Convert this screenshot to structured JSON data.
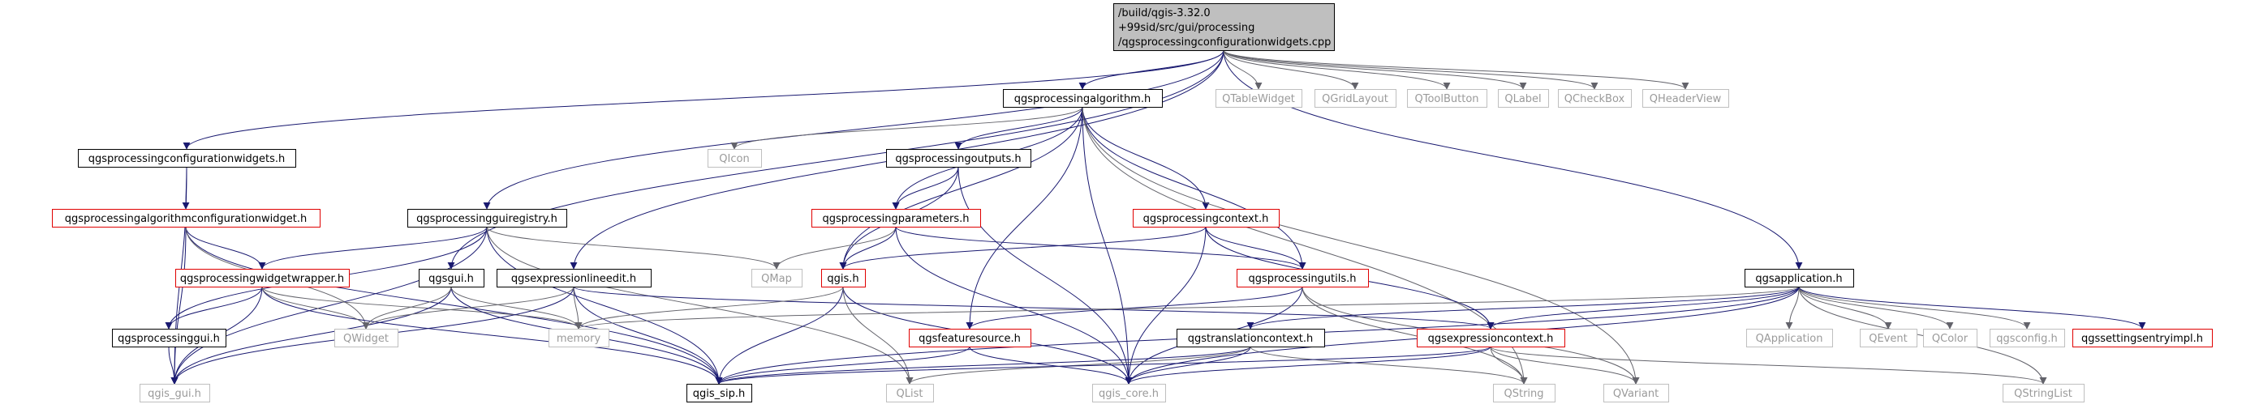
{
  "colors": {
    "edge": "#191970",
    "edge_light": "#63636b",
    "black_border": "#000000",
    "red_border": "#e00000",
    "grey_border": "#bfbfbf",
    "root_fill": "#bfbfbf",
    "grey_text": "#9a9a9a",
    "text": "#000000"
  },
  "nodes": {
    "root": [
      "/build/qgis-3.32.0",
      "+99sid/src/gui/processing",
      "/qgsprocessingconfigurationwidgets.cpp"
    ],
    "qgsprocessingconfigurationwidgets_h": "qgsprocessingconfigurationwidgets.h",
    "qgsprocessingalgorithmconfigurationwidget_h": "qgsprocessingalgorithmconfigurationwidget.h",
    "qgsprocessingguiregistry_h": "qgsprocessingguiregistry.h",
    "qgsprocessingwidgetwrapper_h": "qgsprocessingwidgetwrapper.h",
    "qgsprocessinggui_h": "qgsprocessinggui.h",
    "qgsgui_h": "qgsgui.h",
    "qgsexpressionlineedit_h": "qgsexpressionlineedit.h",
    "qgsprocessingalgorithm_h": "qgsprocessingalgorithm.h",
    "qgsprocessingoutputs_h": "qgsprocessingoutputs.h",
    "qgsprocessingparameters_h": "qgsprocessingparameters.h",
    "qgsprocessingcontext_h": "qgsprocessingcontext.h",
    "qgsprocessingutils_h": "qgsprocessingutils.h",
    "qgis_h": "qgis.h",
    "qgsfeaturesource_h": "qgsfeaturesource.h",
    "qgstranslationcontext_h": "qgstranslationcontext.h",
    "qgsexpressioncontext_h": "qgsexpressioncontext.h",
    "qgsapplication_h": "qgsapplication.h",
    "qgssettingsentryimpl_h": "qgssettingsentryimpl.h",
    "qgis_gui_h": "qgis_gui.h",
    "qgis_sip_h": "qgis_sip.h",
    "qgis_core_h": "qgis_core.h",
    "QIcon": "QIcon",
    "QMap": "QMap",
    "QWidget": "QWidget",
    "memory": "memory",
    "QList": "QList",
    "QString": "QString",
    "QVariant": "QVariant",
    "QStringList": "QStringList",
    "QApplication": "QApplication",
    "QEvent": "QEvent",
    "QColor": "QColor",
    "qgsconfig_h": "qgsconfig.h",
    "QTableWidget": "QTableWidget",
    "QGridLayout": "QGridLayout",
    "QToolButton": "QToolButton",
    "QLabel": "QLabel",
    "QCheckBox": "QCheckBox",
    "QHeaderView": "QHeaderView"
  }
}
